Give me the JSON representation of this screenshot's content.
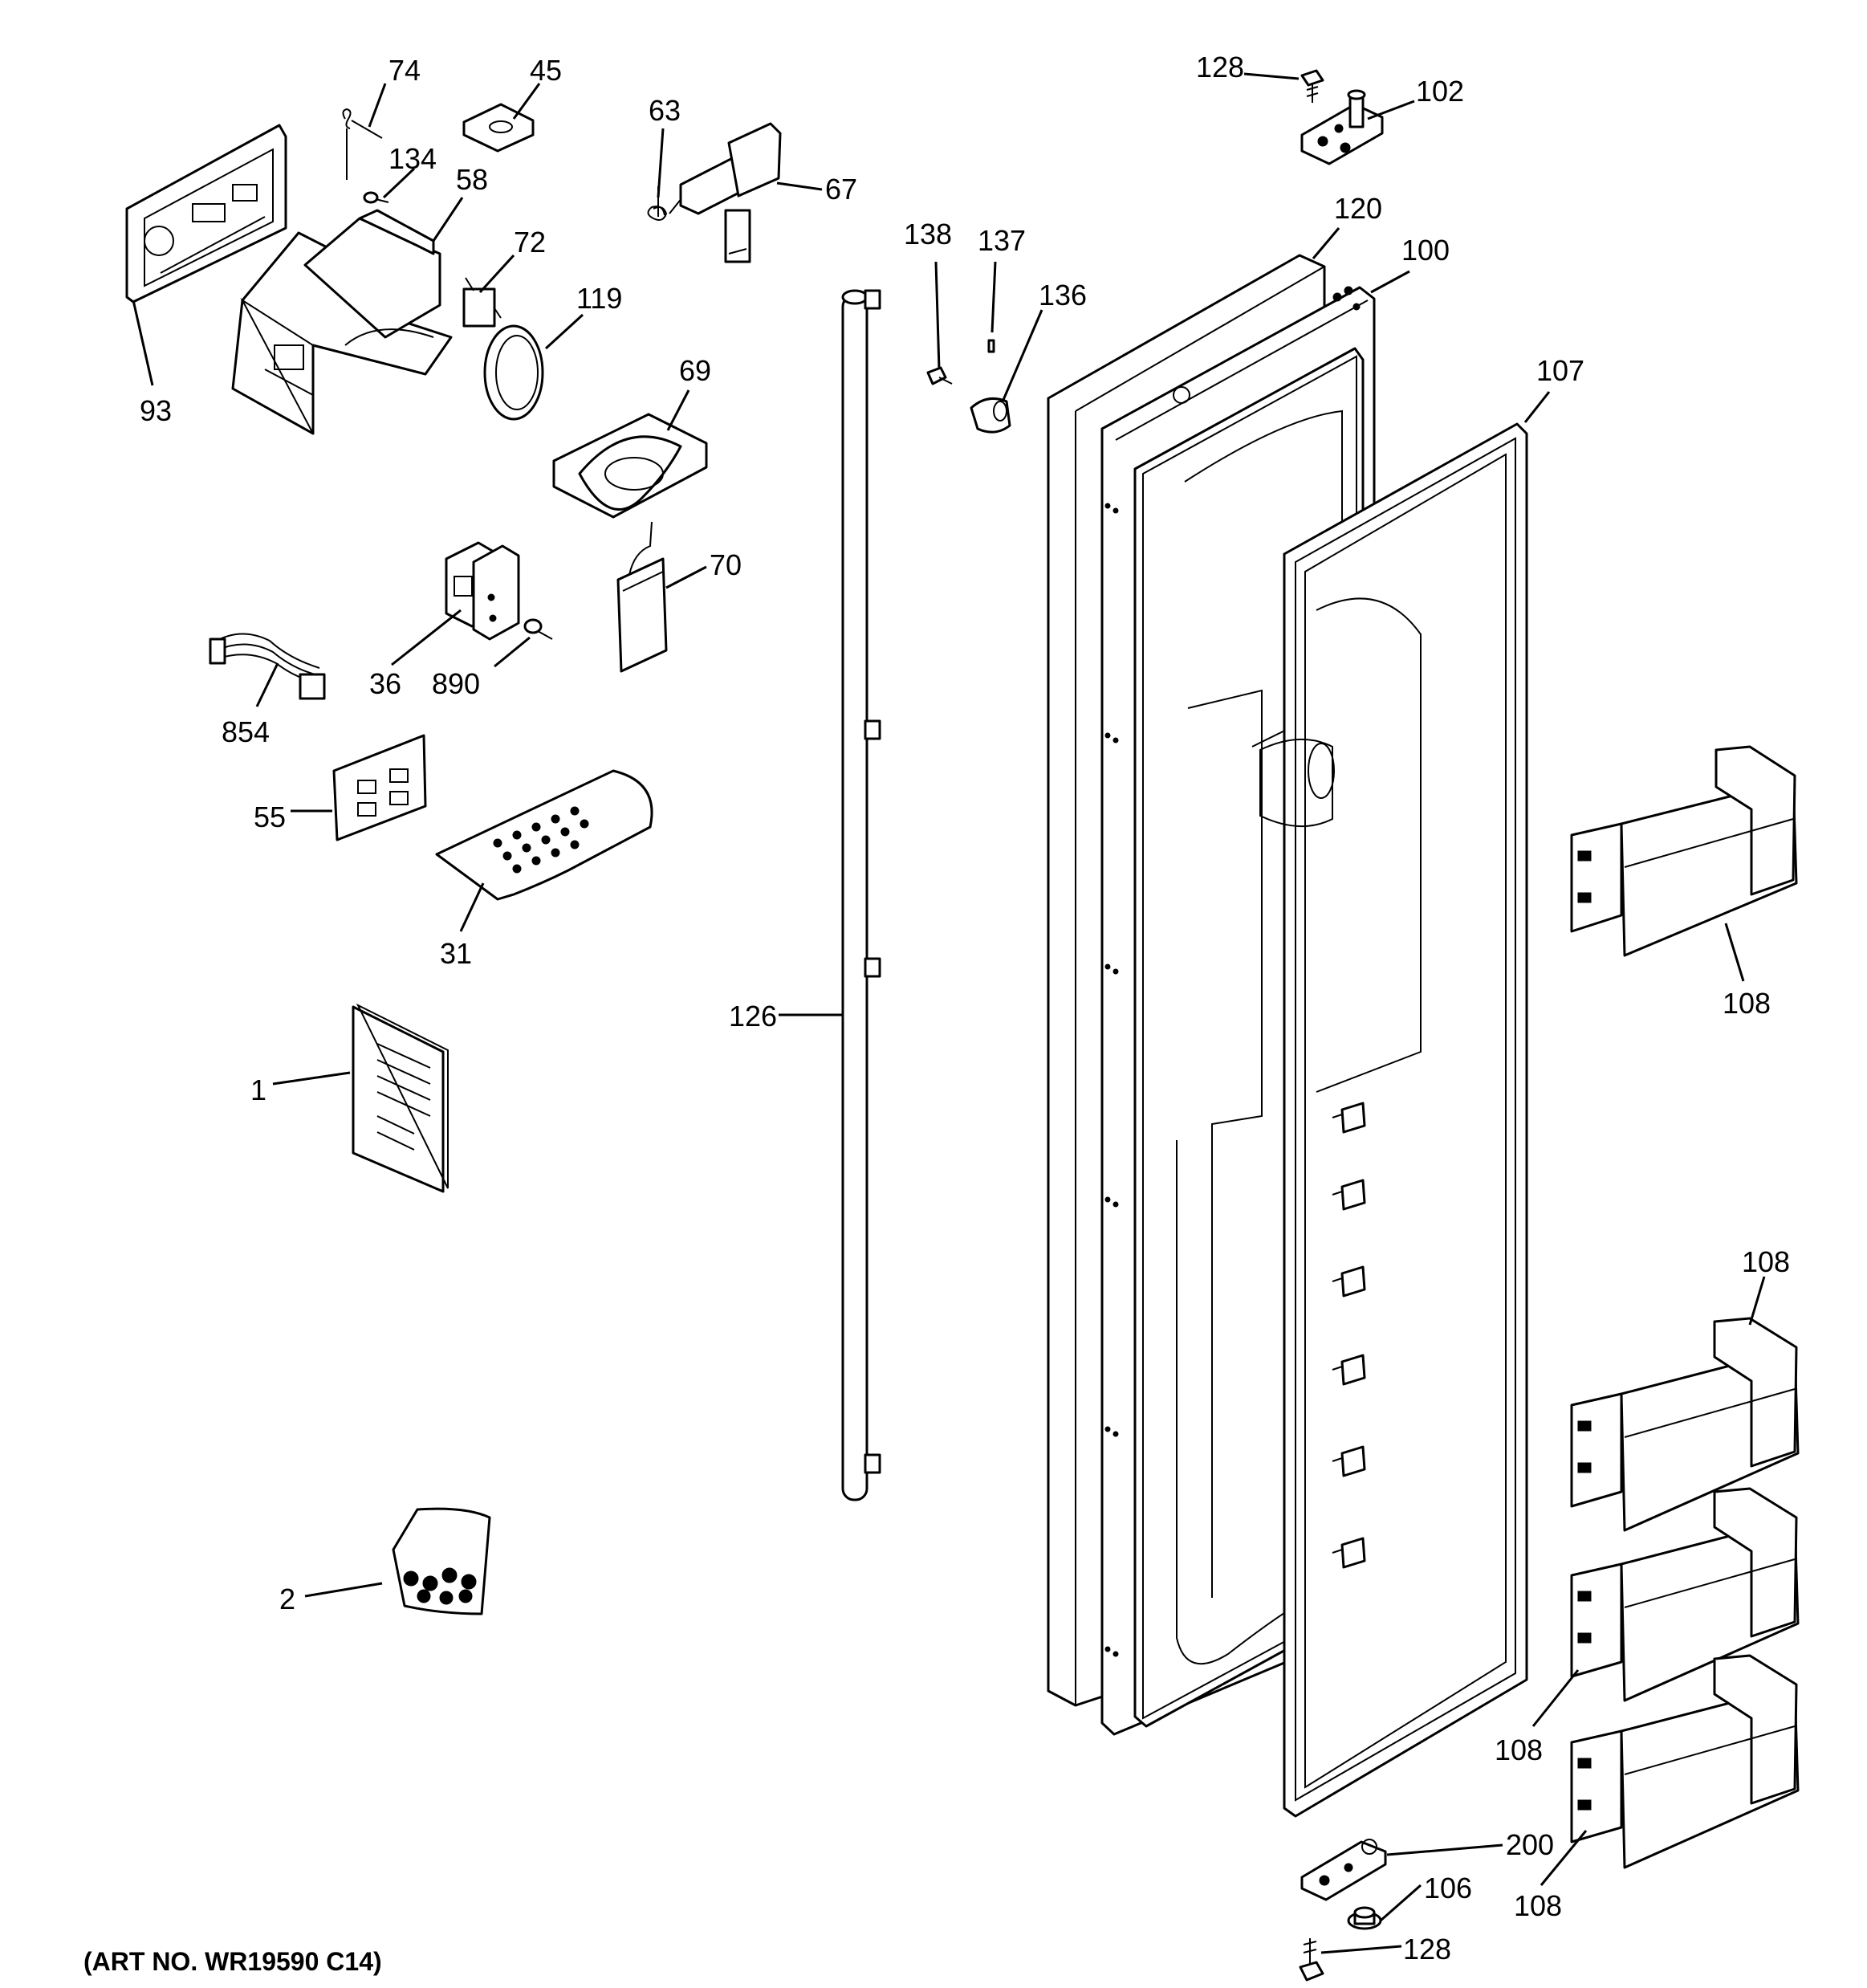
{
  "art_number": "(ART NO. WR19590 C14)",
  "callouts": {
    "c74": "74",
    "c45": "45",
    "c63": "63",
    "c67": "67",
    "c128a": "128",
    "c102": "102",
    "c134": "134",
    "c58": "58",
    "c72": "72",
    "c119": "119",
    "c93": "93",
    "c69": "69",
    "c138": "138",
    "c137": "137",
    "c136": "136",
    "c120": "120",
    "c100": "100",
    "c107": "107",
    "c70": "70",
    "c36": "36",
    "c890": "890",
    "c854": "854",
    "c55": "55",
    "c31": "31",
    "c126": "126",
    "c108a": "108",
    "c1": "1",
    "c108b": "108",
    "c108c": "108",
    "c108d": "108",
    "c2": "2",
    "c200": "200",
    "c106": "106",
    "c128b": "128"
  }
}
